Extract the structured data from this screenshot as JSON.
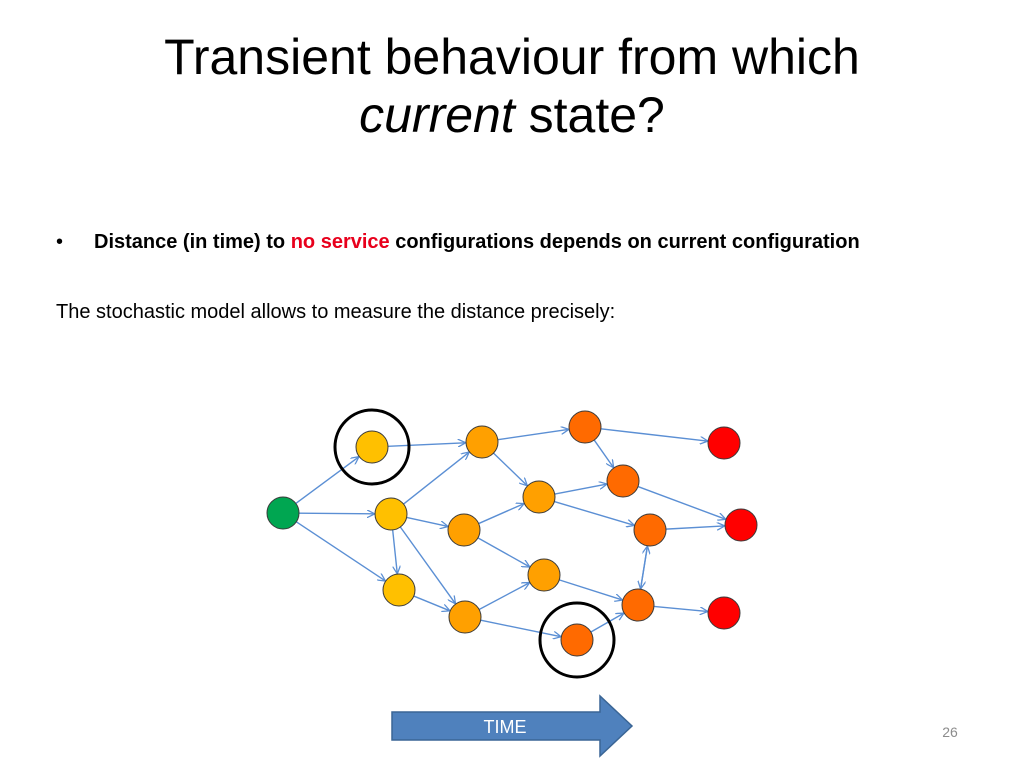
{
  "slide": {
    "title_line1": "Transient behaviour from which",
    "title_italic": "current",
    "title_rest": " state?",
    "bullet_marker": "•",
    "bullet_part1": "Distance (in time) to ",
    "bullet_highlight": "no service",
    "bullet_part2": " configurations depends on current configuration",
    "plain_text": "The stochastic model allows to measure the distance precisely:",
    "time_label": "TIME",
    "slide_number": "26"
  },
  "colors": {
    "start": "#00a651",
    "yellow": "#ffc000",
    "light_orange": "#ffa000",
    "orange": "#ff8c1a",
    "dark_orange": "#ff6a00",
    "red": "#ff0000",
    "edge": "#5b8fd4",
    "arrow_fill": "#4f81bd",
    "highlight_text": "#e8001c"
  },
  "graph": {
    "nodes": [
      {
        "id": "n0",
        "level": "start"
      },
      {
        "id": "n1",
        "level": "yellow"
      },
      {
        "id": "n2",
        "level": "yellow"
      },
      {
        "id": "n3",
        "level": "yellow"
      },
      {
        "id": "n4",
        "level": "light_orange"
      },
      {
        "id": "n5",
        "level": "light_orange"
      },
      {
        "id": "n6",
        "level": "light_orange"
      },
      {
        "id": "n7",
        "level": "light_orange"
      },
      {
        "id": "n8",
        "level": "light_orange"
      },
      {
        "id": "n9",
        "level": "dark_orange"
      },
      {
        "id": "n10",
        "level": "dark_orange"
      },
      {
        "id": "n11",
        "level": "dark_orange"
      },
      {
        "id": "n12",
        "level": "dark_orange"
      },
      {
        "id": "n13",
        "level": "dark_orange"
      },
      {
        "id": "n14",
        "level": "red"
      },
      {
        "id": "n15",
        "level": "red"
      },
      {
        "id": "n16",
        "level": "red"
      }
    ],
    "edges": [
      [
        "n0",
        "n1"
      ],
      [
        "n0",
        "n2"
      ],
      [
        "n0",
        "n3"
      ],
      [
        "n1",
        "n4"
      ],
      [
        "n2",
        "n4"
      ],
      [
        "n2",
        "n6"
      ],
      [
        "n2",
        "n3"
      ],
      [
        "n2",
        "n7"
      ],
      [
        "n3",
        "n7"
      ],
      [
        "n4",
        "n5"
      ],
      [
        "n4",
        "n9"
      ],
      [
        "n5",
        "n10"
      ],
      [
        "n5",
        "n11"
      ],
      [
        "n6",
        "n5"
      ],
      [
        "n6",
        "n8"
      ],
      [
        "n7",
        "n8"
      ],
      [
        "n7",
        "n13"
      ],
      [
        "n8",
        "n12"
      ],
      [
        "n9",
        "n10"
      ],
      [
        "n9",
        "n14"
      ],
      [
        "n10",
        "n15"
      ],
      [
        "n11",
        "n15"
      ],
      [
        "n11",
        "n12"
      ],
      [
        "n12",
        "n16"
      ],
      [
        "n12",
        "n11"
      ],
      [
        "n13",
        "n12"
      ]
    ],
    "highlighted": [
      "n1",
      "n13"
    ]
  }
}
